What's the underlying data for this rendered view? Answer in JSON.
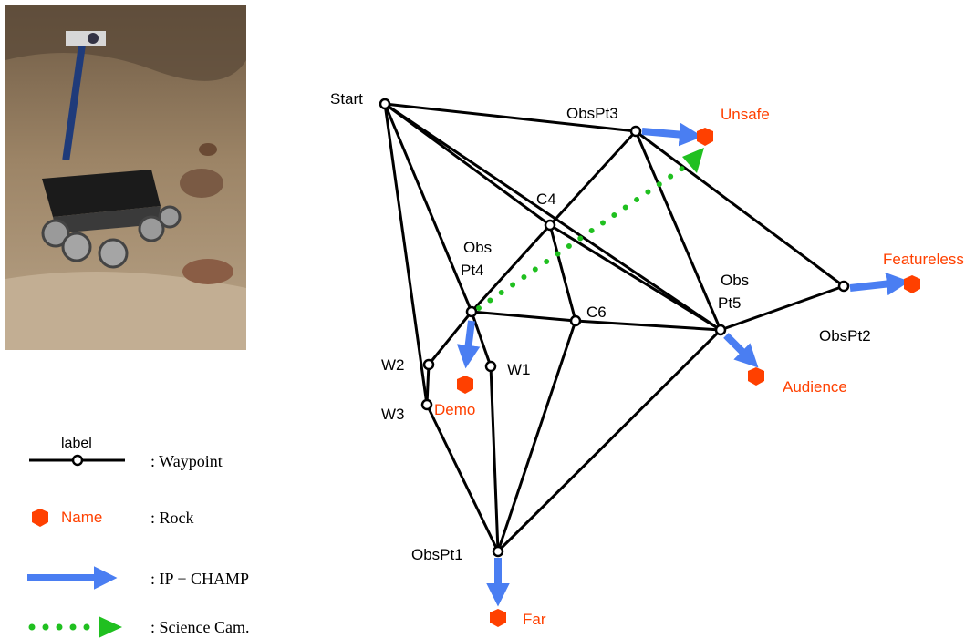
{
  "colors": {
    "edge": "#000000",
    "rock": "#ff4000",
    "ip_champ_arrow": "#4a7ef2",
    "science_cam": "#20c020"
  },
  "photo": {
    "icon": "rover-photo"
  },
  "waypoints": {
    "start": {
      "label": "Start"
    },
    "obspt3": {
      "label": "ObsPt3"
    },
    "c4": {
      "label": "C4"
    },
    "obspt4": {
      "label": "Obs\nPt4"
    },
    "c6": {
      "label": "C6"
    },
    "obspt5": {
      "label": "Obs\nPt5"
    },
    "obspt2": {
      "label": "ObsPt2"
    },
    "w2": {
      "label": "W2"
    },
    "w1": {
      "label": "W1"
    },
    "w3": {
      "label": "W3"
    },
    "obspt1": {
      "label": "ObsPt1"
    }
  },
  "rocks": {
    "unsafe": {
      "label": "Unsafe"
    },
    "featureless": {
      "label": "Featureless"
    },
    "audience": {
      "label": "Audience"
    },
    "demo": {
      "label": "Demo"
    },
    "far": {
      "label": "Far"
    }
  },
  "legend": {
    "waypoint_label": "label",
    "waypoint_desc": ": Waypoint",
    "rock_name": "Name",
    "rock_desc": ": Rock",
    "ip_desc": ": IP + CHAMP",
    "science_desc": ": Science Cam."
  }
}
